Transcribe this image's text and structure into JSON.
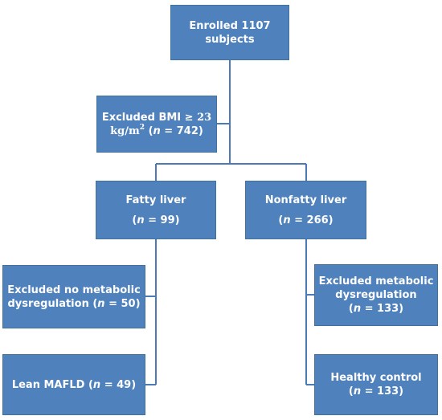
{
  "diagram": {
    "enrolled": {
      "line1": "Enrolled 1107",
      "line2": "subjects"
    },
    "excluded_bmi": {
      "line1_text": "Excluded BMI ",
      "line1_math": "≥ 23",
      "line2_unit": "kg/m",
      "line2_sup": "2",
      "line2_open": " (",
      "line2_n": "n",
      "line2_rest": " = 742)"
    },
    "fatty_liver": {
      "line1": "Fatty liver",
      "open": "(",
      "n": "n",
      "rest": " = 99)"
    },
    "nonfatty_liver": {
      "line1": "Nonfatty liver",
      "open": "(",
      "n": "n",
      "rest": " = 266)"
    },
    "excluded_no_metabolic": {
      "line1": "Excluded no metabolic",
      "line2_pre": "dysregulation (",
      "n": "n",
      "rest": " = 50)"
    },
    "lean_mafld": {
      "pre": "Lean MAFLD (",
      "n": "n",
      "rest": " = 49)"
    },
    "excluded_metabolic": {
      "line1": "Excluded metabolic",
      "line2": "dysregulation",
      "open": "(",
      "n": "n",
      "rest": " = 133)"
    },
    "healthy_control": {
      "line1": "Healthy control",
      "open": "(",
      "n": "n",
      "rest": " = 133)"
    },
    "colors": {
      "box_fill": "#4f81bd",
      "box_border": "#41719c",
      "connector": "#4a7ab7",
      "text": "#ffffff"
    }
  }
}
